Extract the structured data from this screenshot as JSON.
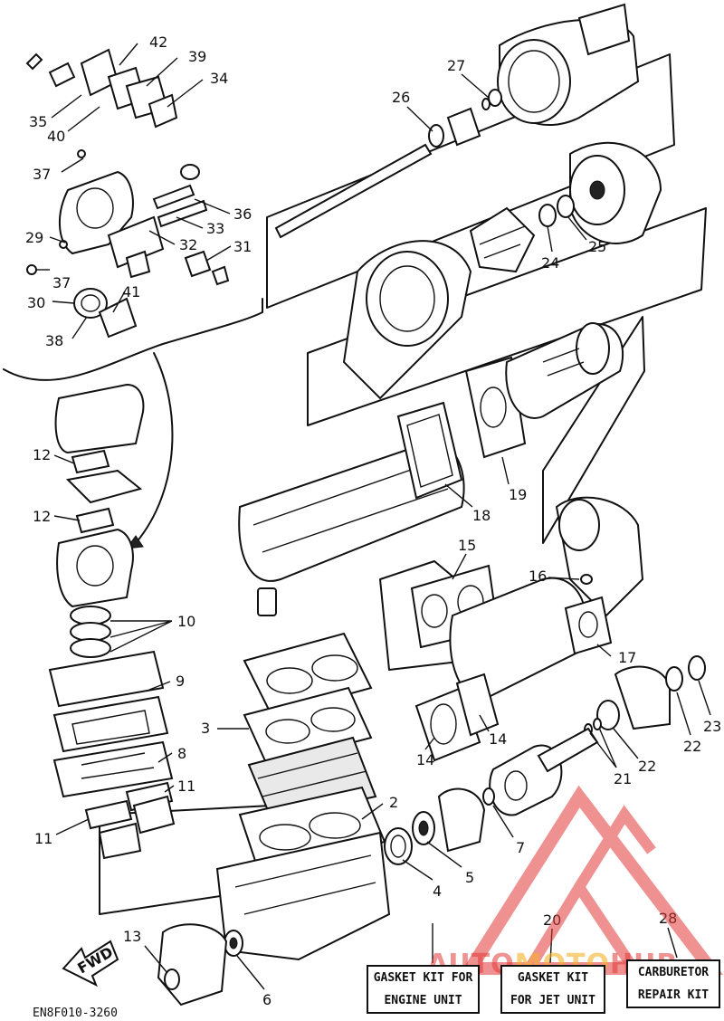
{
  "part_labels": [
    {
      "id": "l42",
      "text": "42"
    },
    {
      "id": "l39",
      "text": "39"
    },
    {
      "id": "l34",
      "text": "34"
    },
    {
      "id": "l35",
      "text": "35"
    },
    {
      "id": "l40",
      "text": "40"
    },
    {
      "id": "l37a",
      "text": "37"
    },
    {
      "id": "l29",
      "text": "29"
    },
    {
      "id": "l37b",
      "text": "37"
    },
    {
      "id": "l30",
      "text": "30"
    },
    {
      "id": "l38",
      "text": "38"
    },
    {
      "id": "l41",
      "text": "41"
    },
    {
      "id": "l36",
      "text": "36"
    },
    {
      "id": "l33",
      "text": "33"
    },
    {
      "id": "l32",
      "text": "32"
    },
    {
      "id": "l31",
      "text": "31"
    },
    {
      "id": "l26",
      "text": "26"
    },
    {
      "id": "l27",
      "text": "27"
    },
    {
      "id": "l24",
      "text": "24"
    },
    {
      "id": "l25",
      "text": "25"
    },
    {
      "id": "l12a",
      "text": "12"
    },
    {
      "id": "l12b",
      "text": "12"
    },
    {
      "id": "l10",
      "text": "10"
    },
    {
      "id": "l9",
      "text": "9"
    },
    {
      "id": "l8",
      "text": "8"
    },
    {
      "id": "l11a",
      "text": "11"
    },
    {
      "id": "l11b",
      "text": "11"
    },
    {
      "id": "l3",
      "text": "3"
    },
    {
      "id": "l18",
      "text": "18"
    },
    {
      "id": "l19",
      "text": "19"
    },
    {
      "id": "l15",
      "text": "15"
    },
    {
      "id": "l16",
      "text": "16"
    },
    {
      "id": "l17",
      "text": "17"
    },
    {
      "id": "l14a",
      "text": "14"
    },
    {
      "id": "l14b",
      "text": "14"
    },
    {
      "id": "l23",
      "text": "23"
    },
    {
      "id": "l22a",
      "text": "22"
    },
    {
      "id": "l22b",
      "text": "22"
    },
    {
      "id": "l21",
      "text": "21"
    },
    {
      "id": "l7",
      "text": "7"
    },
    {
      "id": "l2",
      "text": "2"
    },
    {
      "id": "l4",
      "text": "4"
    },
    {
      "id": "l5",
      "text": "5"
    },
    {
      "id": "l13",
      "text": "13"
    },
    {
      "id": "l6",
      "text": "6"
    },
    {
      "id": "l20",
      "text": "20"
    },
    {
      "id": "l28",
      "text": "28"
    }
  ],
  "fwd_label": "FWD",
  "kits": {
    "engine": {
      "line1": "GASKET KIT FOR",
      "line2": "ENGINE UNIT"
    },
    "jet": {
      "line1": "GASKET KIT",
      "line2": "FOR JET UNIT"
    },
    "carb": {
      "line1": "CARBURETOR",
      "line2": "REPAIR KIT"
    }
  },
  "diagram_code": "EN8F010-3260",
  "watermark": {
    "part1": "AUTO",
    "part2": "MOTO",
    "part3": "HUB"
  },
  "colors": {
    "ink": "#111111",
    "watermark_red": "#e23838",
    "watermark_orange": "#f5b228"
  }
}
